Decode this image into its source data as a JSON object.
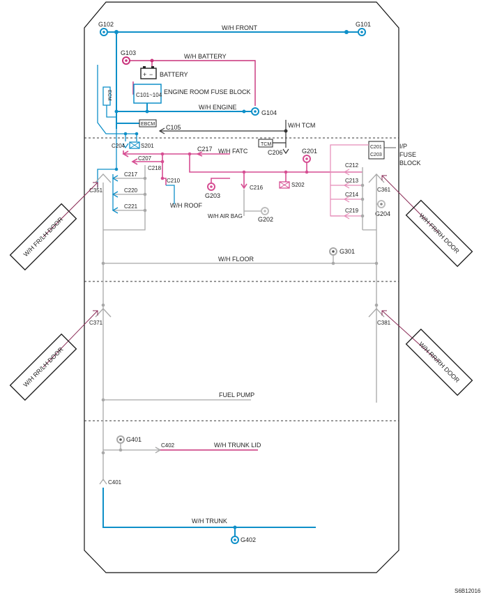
{
  "harness": {
    "front": "W/H FRONT",
    "battery": "W/H BATTERY",
    "engine": "W/H ENGINE",
    "tcm": "W/H TCM",
    "fatc": "W/H FATC",
    "roof": "W/H ROOF",
    "air_bag": "W/H AIR BAG",
    "floor": "W/H FLOOR",
    "trunk_lid": "W/H TRUNK LID",
    "trunk": "W/H TRUNK",
    "fuel_pump": "FUEL PUMP"
  },
  "components": {
    "battery": "BATTERY",
    "fuse_block": "ENGINE ROOM FUSE BLOCK",
    "fuse_connectors": "C101~104",
    "ebcm": "EBCM",
    "ecm": "ECM",
    "tcm": "TCM",
    "ip_fuse_1": "I/P",
    "ip_fuse_2": "FUSE",
    "ip_fuse_3": "BLOCK",
    "ip_conn_1": "C201",
    "ip_conn_2": "C203"
  },
  "doors": {
    "fr_lh": "W/H FR/LH DOOR",
    "fr_rh": "W/H FR/RH DOOR",
    "rr_lh": "W/H RR/LH DOOR",
    "rr_rh": "W/H RR/RH DOOR"
  },
  "grounds": {
    "g101": "G101",
    "g102": "G102",
    "g103": "G103",
    "g104": "G104",
    "g201": "G201",
    "g202": "G202",
    "g203": "G203",
    "g204": "G204",
    "g301": "G301",
    "g401": "G401",
    "g402": "G402"
  },
  "connectors": {
    "c105": "C105",
    "c204": "C204",
    "s201": "S201",
    "c206": "C206",
    "c207": "C207",
    "c217a": "C217",
    "c217b": "C217",
    "c218": "C218",
    "c210": "C210",
    "c216": "C216",
    "s202": "S202",
    "c220": "C220",
    "c221": "C221",
    "c212": "C212",
    "c213": "C213",
    "c214": "C214",
    "c219": "C219",
    "c351": "C351",
    "c361": "C361",
    "c371": "C371",
    "c381": "C381",
    "c401": "C401",
    "c402": "C402"
  },
  "diagram_code": "S6B12016",
  "colors": {
    "blue": "#0e8fc8",
    "pink": "#d64d92",
    "magenta": "#c8317a",
    "gray": "#a8a8a8"
  }
}
